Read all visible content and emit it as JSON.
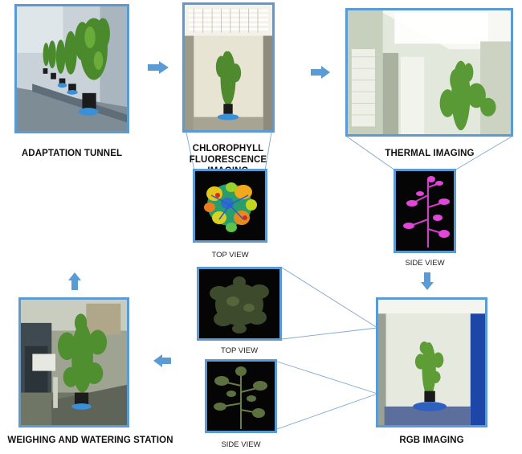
{
  "stages": {
    "adaptation": "ADAPTATION TUNNEL",
    "chlorophyll": "CHLOROPHYLL FLUORESCENCE IMAGING",
    "thermal": "THERMAL IMAGING",
    "rgb": "RGB IMAGING",
    "weighing": "WEIGHING AND WATERING STATION"
  },
  "views": {
    "chlorophyll_top": "TOP VIEW",
    "thermal_side": "SIDE VIEW",
    "rgb_top": "TOP VIEW",
    "rgb_side": "SIDE VIEW"
  },
  "colors": {
    "frame": "#5b9bd5",
    "arrow": "#5b9bd5",
    "connector": "#7fa7d0"
  },
  "icons": [
    "arrow-right-icon",
    "arrow-down-icon",
    "arrow-left-icon",
    "arrow-up-icon"
  ]
}
